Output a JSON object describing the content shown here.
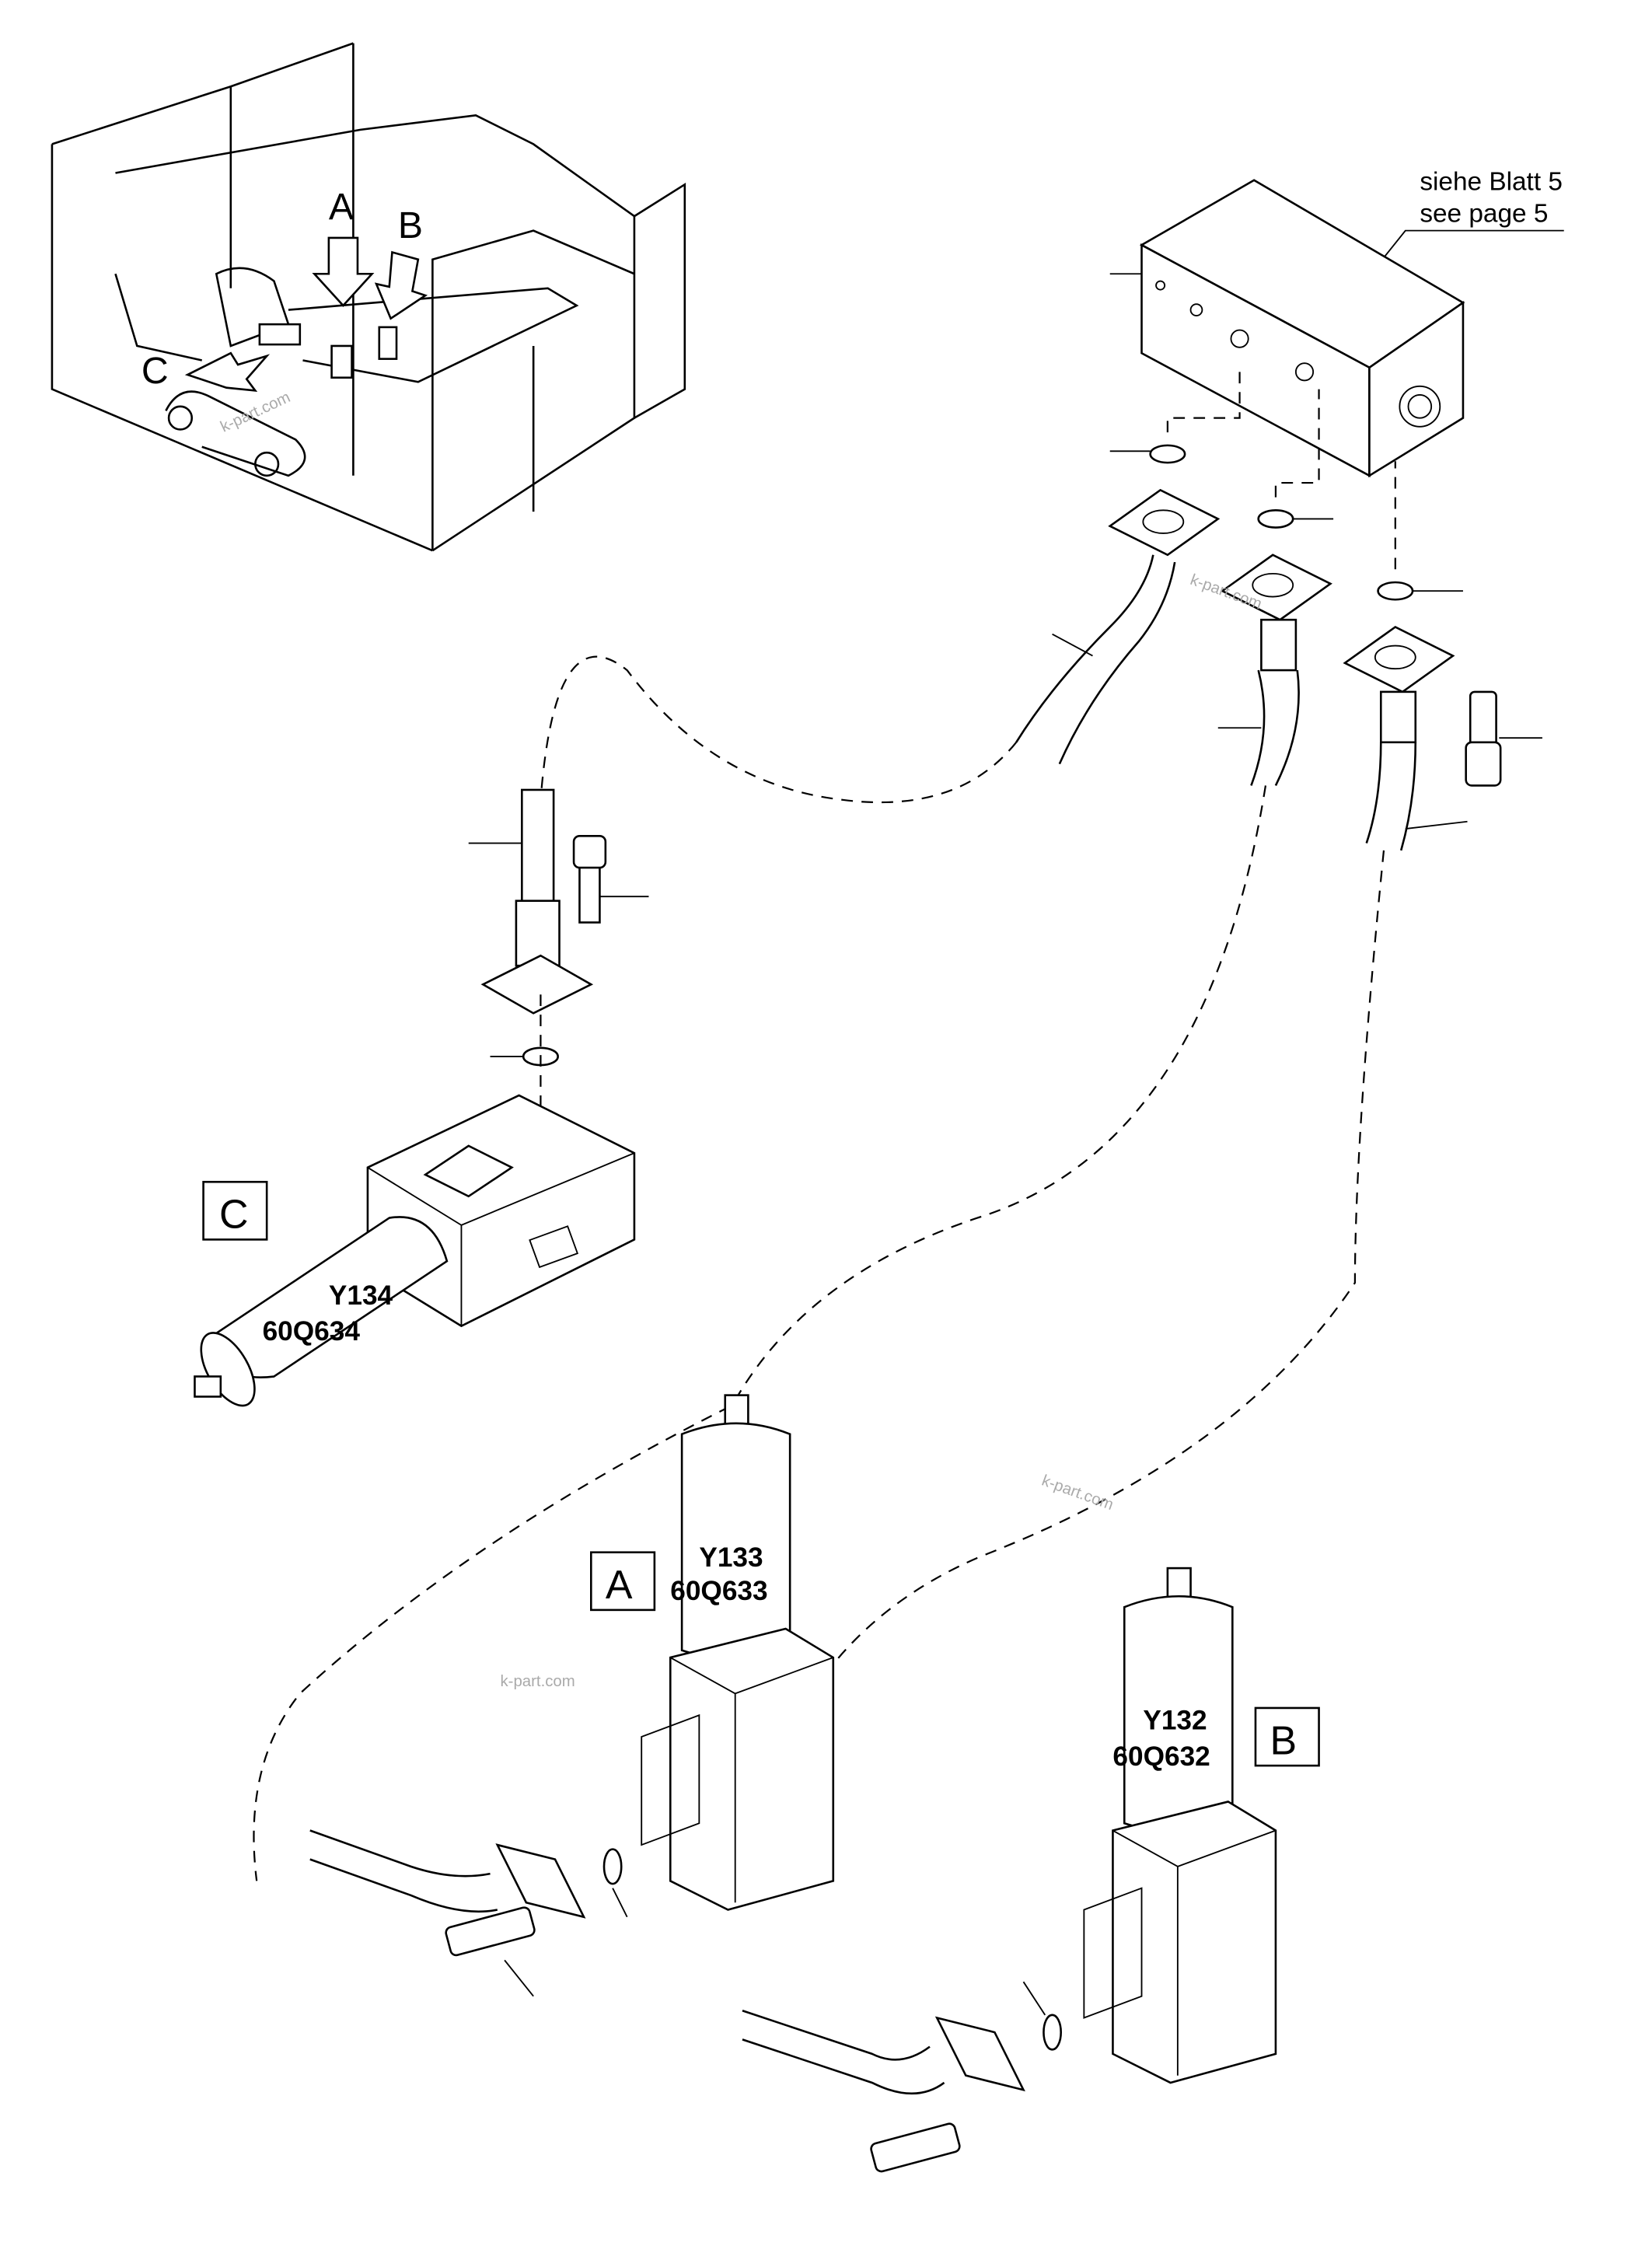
{
  "overview": {
    "arrow_labels": [
      "A",
      "B",
      "C"
    ]
  },
  "reference_note": {
    "line1": "siehe Blatt 5",
    "line2": "see page 5"
  },
  "valves": [
    {
      "view": "C",
      "code": "Y134",
      "part": "60Q634"
    },
    {
      "view": "A",
      "code": "Y133",
      "part": "60Q633"
    },
    {
      "view": "B",
      "code": "Y132",
      "part": "60Q632"
    }
  ],
  "watermark": "k-part.com"
}
